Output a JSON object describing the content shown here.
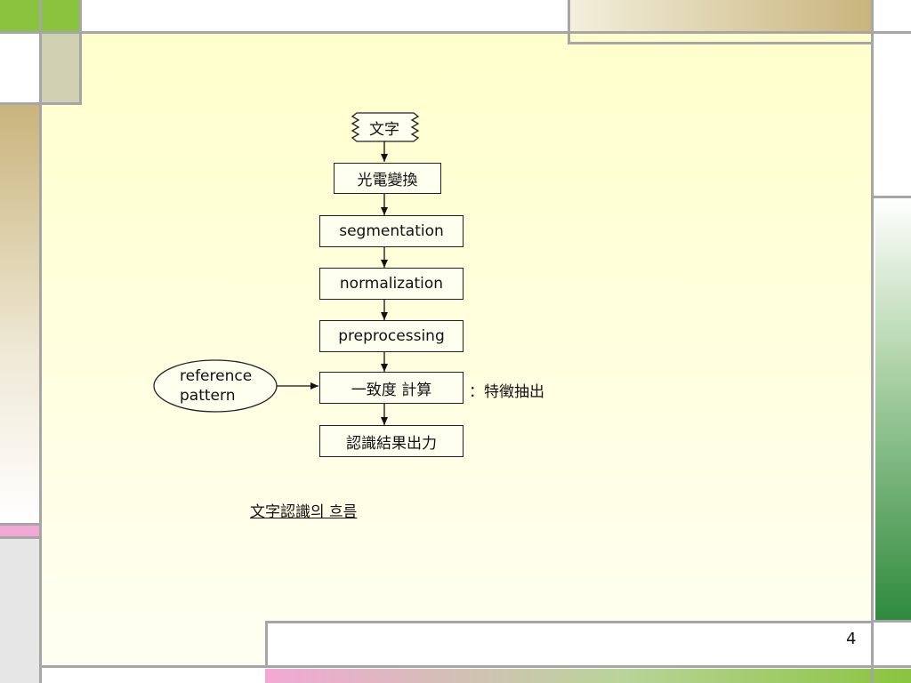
{
  "slide": {
    "page_number": "4",
    "caption": "文字認識의 흐름"
  },
  "flow": {
    "document_label": "文字",
    "steps": [
      "光電變換",
      "segmentation",
      "normalization",
      "preprocessing",
      "一致度 計算",
      "認識結果出力"
    ],
    "reference_line1": "reference",
    "reference_line2": "pattern",
    "side_note": "：特徵抽出"
  },
  "colors": {
    "lime": "#8ac43f",
    "tan": "#c9b47c",
    "pink": "#f2a8d4",
    "forest": "#2e8a3c",
    "cream": "#ffffd4",
    "frame_gray": "#a6a6a6"
  }
}
